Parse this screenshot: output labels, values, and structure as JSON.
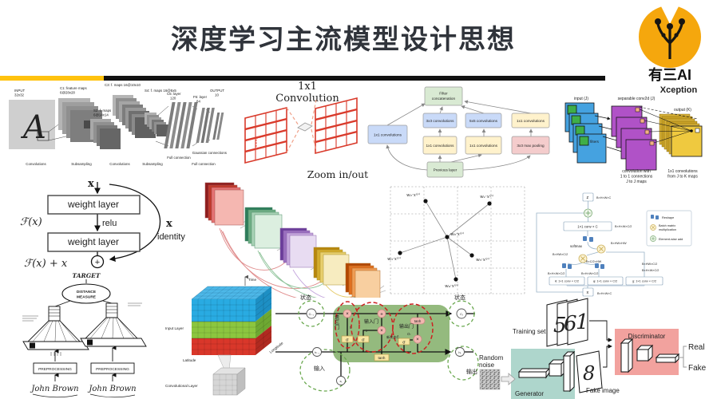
{
  "palette": {
    "accent_yellow": "#FFC20E",
    "bar_black": "#121212",
    "logo_orange": "#F5A70D",
    "inception_green": "#D9EAD3",
    "inception_blue": "#C9DAF8",
    "inception_yellow": "#FFF2CC",
    "inception_red": "#F4CCCC",
    "xception_blue": "#45A2E0",
    "xception_purple": "#B052C7",
    "xception_gold": "#EFC93F",
    "lstm_green": "#94BA7E",
    "gan_teal": "#AED6CC",
    "gan_pink": "#F2A29E",
    "real_green": "#8FA68F",
    "fake_red": "#E05548"
  },
  "header": {
    "title": "深度学习主流模型设计思想",
    "brand": "有三AI"
  },
  "lenet": {
    "input_l1": "INPUT",
    "input_l2": "32x32",
    "glyph": "A",
    "c1_l1": "C1: feature maps",
    "c1_l2": "6@28x28",
    "s2_l1": "S2: f. maps",
    "s2_l2": "6@14x14",
    "c3": "C3: f. maps 16@10x10",
    "s4": "S4: f. maps 16@5x5",
    "c5_l1": "C5: layer",
    "c5_l2": "120",
    "f6_l1": "F6: layer",
    "f6_l2": "84",
    "out_l1": "OUTPUT",
    "out_l2": "10",
    "op1": "Convolutions",
    "op2": "Subsampling",
    "op3": "Convolutions",
    "op4": "Subsampling",
    "op5": "Full connection",
    "op6": "Full connection",
    "op7": "Gaussian connections"
  },
  "conv1x1": {
    "title_l1": "1x1",
    "title_l2": "Convolution",
    "caption": "Zoom in/out"
  },
  "inception": {
    "concat_l1": "Filter",
    "concat_l2": "concatenation",
    "conv3": "3x3 convolutions",
    "conv5": "5x5 convolutions",
    "conv1": "1x1 convolutions",
    "maxpool": "3x3 max pooling",
    "prev": "Previous layer"
  },
  "xception": {
    "title": "Xception",
    "input": "input (J)",
    "sep": "separable conv2d (J)",
    "out": "output (K)",
    "filters": "filters",
    "cap1_l1": "convolution with",
    "cap1_l2": "1 to 1 connections",
    "cap1_l3": "J to J maps",
    "cap2_l1": "1x1 convolutions",
    "cap2_l2": "from J to K maps"
  },
  "resnet": {
    "x": "x",
    "weight": "weight layer",
    "relu": "relu",
    "fx": "ℱ(x)",
    "id_x": "x",
    "id_label": "identity",
    "sum": "ℱ(x) + x",
    "plus": "+"
  },
  "deform": {
    "w0": "w₀·x⁽ᵖ⁾",
    "w1": "w₁·x⁽ᵖ⁾",
    "w2": "w₂·x⁽ᵖ⁾",
    "w3": "w₃·x⁽ᵖ⁾",
    "w4": "w₄·x⁽ᵖ⁾",
    "w5": "w₅·x⁽ᵖ⁾"
  },
  "nonlocal": {
    "z": "z",
    "x": "x",
    "shape_full": "B×H×W×C",
    "conv_top": "1×1 conv × C",
    "shape_half": "B×H×W×C/2",
    "softmax": "softmax",
    "shape_attn": "B×HW×HW",
    "shape_flat": "B×HW×C/2",
    "shape_flat_t": "B×C/2×HW",
    "theta": "θ: 1×1 conv × C/2",
    "phi": "φ: 1×1 conv × C/2",
    "g": "g: 1×1 conv × C/2",
    "legend_reshape": "Reshape",
    "legend_bmm_l1": "Batch matrix",
    "legend_bmm_l2": "multiplication",
    "legend_add": "Element-wise add"
  },
  "siamese": {
    "target": "TARGET",
    "ellipse_l1": "DISTANCE",
    "ellipse_l2": "MEASURE",
    "preprocessing": "PREPROCESSING",
    "signature": "John Brown"
  },
  "voxel": {
    "time": "Time",
    "input_layer": "Input Layer",
    "longitude": "Longitude",
    "latitude": "Latitude",
    "conv_layer": "Convolutional Layer"
  },
  "lstm": {
    "state": "状态",
    "input": "输入",
    "output": "输出",
    "forget_gate": "遗忘门",
    "input_gate": "输入门",
    "output_gate": "输出门",
    "new_state": "新状态C̃",
    "sigma": "σ",
    "tanh": "tanh",
    "c_prev": "Cₜ₋₁",
    "c_next": "Cₜ",
    "h_prev": "hₜ₋₁",
    "h_next": "hₜ",
    "x_t": "xₜ",
    "f_t": "fₜ",
    "i_t": "iₜ",
    "o_t": "Oₜ",
    "times": "×",
    "plus": "+"
  },
  "gan": {
    "training_set": "Training set",
    "random_l1": "Random",
    "random_l2": "noise",
    "generator": "Generator",
    "fake_image": "Fake image",
    "discriminator": "Discriminator",
    "real": "Real",
    "fake": "Fake",
    "digit1": "5",
    "digit2": "6",
    "digit3": "1",
    "digit_fake": "8"
  }
}
